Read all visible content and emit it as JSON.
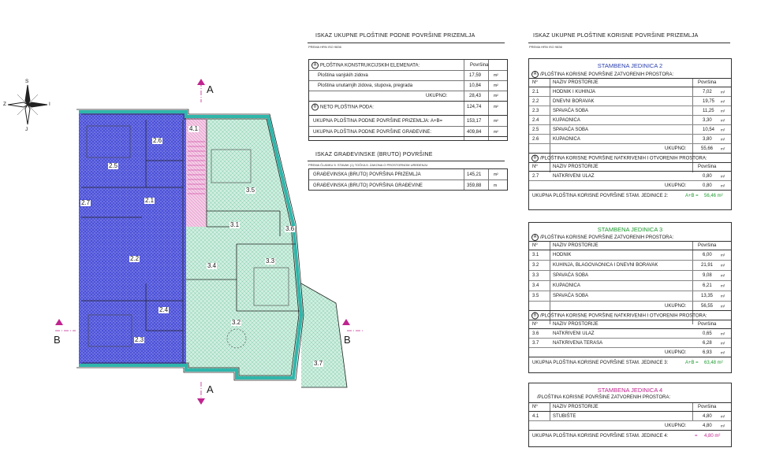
{
  "plan": {
    "compass": {
      "n": "S",
      "s": "J",
      "e": "I",
      "w": "Z"
    },
    "section_a": "A",
    "section_b": "B",
    "rooms": [
      "4.1",
      "2.6",
      "2.5",
      "2.1",
      "2.7",
      "2.2",
      "2.4",
      "2.3",
      "3.5",
      "3.1",
      "3.6",
      "3.3",
      "3.4",
      "3.2",
      "3.7"
    ]
  },
  "left": {
    "title": "ISKAZ UKUPNE PLOŠTINE PODNE POVRŠINE PRIZEMLJA",
    "subtitle": "PREMA HRN ISO 9836",
    "t1": {
      "a_head": "PLOŠTINA KONSTRUKCIJSKIH ELEMENATA:",
      "a_circle": "A",
      "col": "Površina",
      "rows": [
        {
          "name": "Ploština vanjskih zidova",
          "val": "17,59",
          "unit": "m²"
        },
        {
          "name": "Ploština unutarnjih zidova, stupova, pregrada",
          "val": "10,84",
          "unit": "m²"
        }
      ],
      "ukupno_label": "UKUPNO:",
      "ukupno_val": "28,43",
      "ukupno_unit": "m²",
      "b_circle": "B",
      "b_head": "NETO PLOŠTINA PODA:",
      "b_val": "124,74",
      "b_unit": "m²"
    },
    "t2": [
      {
        "name": "UKUPNA PLOŠTINA PODNE POVRŠINE PRIZEMLJA: A+B=",
        "val": "153,17",
        "unit": "m²"
      },
      {
        "name": "UKUPNA PLOŠTINA PODNE POVRŠINE GRAĐEVINE:",
        "val": "409,84",
        "unit": "m²"
      }
    ],
    "title2": "ISKAZ GRAĐEVINSKE (BRUTO) POVRŠINE",
    "subtitle2": "PREMA ČLANKU 5. STAVAK (1) TOČKA 5. ZAKONA O PROSTORNOM UREĐENJU",
    "t3": [
      {
        "name": "GRAĐEVINSKA (BRUTO) POVRŠINA PRIZEMLJA",
        "val": "145,21",
        "unit": "m²"
      },
      {
        "name": "GRAĐEVINSKA (BRUTO) POVRŠINA GRAĐEVINE",
        "val": "359,88",
        "unit": "m"
      }
    ]
  },
  "right": {
    "title": "ISKAZ UKUPNE PLOŠTINE KORISNE POVRŠINE PRIZEMLJA",
    "subtitle": "PREMA HRN ISO 9836",
    "no_label": "Nº",
    "name_label": "NAZIV PROSTORIJE",
    "area_label": "Površina",
    "ukupno_label": "UKUPNO:",
    "units": [
      {
        "heading": "STAMBENA JEDINICA 2",
        "a_title": "/PLOŠTINA KORISNE POVRŠINE ZATVORENIH PROSTORA:",
        "a_rows": [
          {
            "no": "2.1",
            "name": "HODNIK I KUHINJA",
            "val": "7,02"
          },
          {
            "no": "2.2",
            "name": "DNEVNI BORAVAK",
            "val": "19,75"
          },
          {
            "no": "2.3",
            "name": "SPAVAĆA SOBA",
            "val": "11,25"
          },
          {
            "no": "2.4",
            "name": "KUPAONICA",
            "val": "3,30"
          },
          {
            "no": "2.5",
            "name": "SPAVAĆA SOBA",
            "val": "10,54"
          },
          {
            "no": "2.6",
            "name": "KUPAONICA",
            "val": "3,80"
          }
        ],
        "a_total": "55,66",
        "b_title": "/PLOŠTINA KORISNE POVRŠINE NATKRIVENIH I OTVORENIH PROSTORA:",
        "b_rows": [
          {
            "no": "2.7",
            "name": "NATKRIVENI ULAZ",
            "val": "0,80"
          }
        ],
        "b_total": "0,80",
        "sum_label": "UKUPNA PLOŠTINA KORISNE POVRŠINE STAM. JEDINICE 2:",
        "sum_formula": "A+B =",
        "sum_val": "56,46 m²"
      },
      {
        "heading": "STAMBENA JEDINICA 3",
        "a_title": "/PLOŠTINA KORISNE POVRŠINE ZATVORENIH PROSTORA:",
        "a_rows": [
          {
            "no": "3.1",
            "name": "HODNIK",
            "val": "6,00"
          },
          {
            "no": "3.2",
            "name": "KUHINJA, BLAGOVAONICA I DNEVNI BORAVAK",
            "val": "21,91"
          },
          {
            "no": "3.3",
            "name": "SPAVAĆA SOBA",
            "val": "9,08"
          },
          {
            "no": "3.4",
            "name": "KUPAONICA",
            "val": "6,21"
          },
          {
            "no": "3.5",
            "name": "SPAVAĆA SOBA",
            "val": "13,35"
          }
        ],
        "a_total": "56,55",
        "b_title": "/PLOŠTINA KORISNE POVRŠINE NATKRIVENIH I OTVORENIH PROSTORA:",
        "b_rows": [
          {
            "no": "3.6",
            "name": "NATKRIVENI ULAZ",
            "val": "0,65"
          },
          {
            "no": "3.7",
            "name": "NATKRIVENA TERASA",
            "val": "6,28"
          }
        ],
        "b_total": "6,93",
        "sum_label": "UKUPNA PLOŠTINA KORISNE POVRŠINE STAM. JEDINICE 3:",
        "sum_formula": "A+B =",
        "sum_val": "63,48 m²"
      },
      {
        "heading": "STAMBENA JEDINICA 4",
        "a_title": "/PLOŠTINA KORISNE POVRŠINE ZATVORENIH PROSTORA:",
        "a_rows": [
          {
            "no": "4.1",
            "name": "STUBIŠTE",
            "val": "4,80"
          }
        ],
        "a_total": "4,80",
        "sum_label": "UKUPNA PLOŠTINA KORISNE POVRŠINE STAM. JEDINICE 4:",
        "sum_formula": "=",
        "sum_val": "4,80 m²"
      }
    ]
  },
  "colors": {
    "unit2": "#4a4fd8",
    "unit3": "#bfe8d3",
    "unit4": "#f2c6e2",
    "wall": "#2fb6ab",
    "green": "#1e9a2f",
    "magenta": "#c0248f"
  }
}
